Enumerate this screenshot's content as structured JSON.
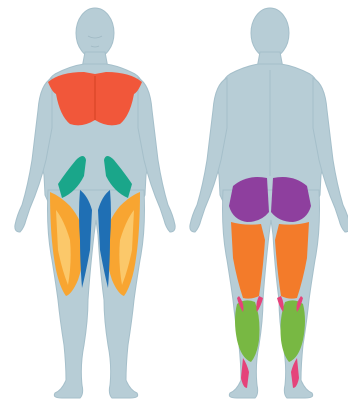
{
  "figures": {
    "front": {
      "view": "anterior",
      "highlighted_muscles": [
        "chest",
        "hip-flexors",
        "adductors",
        "quadriceps"
      ]
    },
    "back": {
      "view": "posterior",
      "highlighted_muscles": [
        "gluteals",
        "hamstrings",
        "calves",
        "achilles-tendons"
      ]
    }
  },
  "colors": {
    "body_fill": "#b7cdd6",
    "body_outline": "#9fb8c3",
    "chest": "#f1573a",
    "hip_flexors": "#1aa68a",
    "adductors": "#1f6fb4",
    "quadriceps": "#f8a531",
    "quad_highlight": "#fbc86a",
    "gluteals": "#8e3f9e",
    "hamstrings": "#f37b2a",
    "calves": "#78b843",
    "achilles": "#e5437a"
  }
}
